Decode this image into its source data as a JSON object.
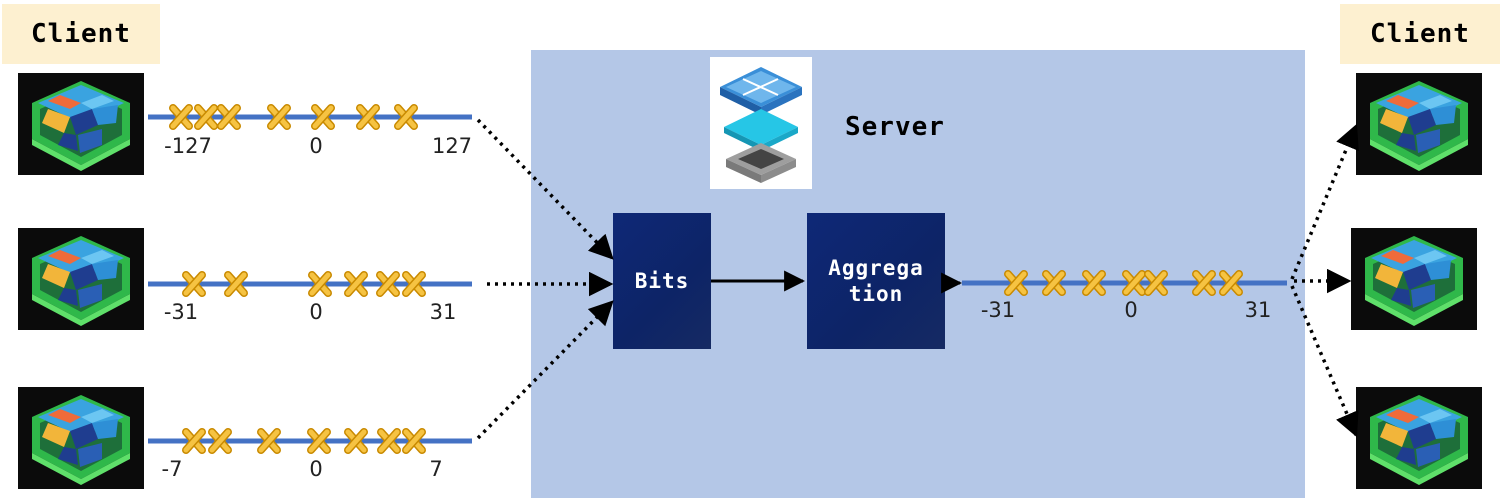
{
  "left_client_label": "Client",
  "right_client_label": "Client",
  "server_label": "Server",
  "bits_label": "Bits",
  "aggregation_label": [
    "Aggrega",
    "tion"
  ],
  "client_icon": "client-device-icon",
  "server_icon": "server-stack-icon",
  "colors": {
    "axis": "#4472c4",
    "marker": "#f6c342",
    "server_bg": "#b4c7e7",
    "block": "#0d2466",
    "label_bg": "#fdf0d0"
  },
  "lines": [
    {
      "id": "client-1-range",
      "ticks": [
        "-127",
        "0",
        "127"
      ]
    },
    {
      "id": "client-2-range",
      "ticks": [
        "-31",
        "0",
        "31"
      ]
    },
    {
      "id": "client-3-range",
      "ticks": [
        "-7",
        "0",
        "7"
      ]
    },
    {
      "id": "aggregated-range",
      "ticks": [
        "-31",
        "0",
        "31"
      ]
    }
  ]
}
